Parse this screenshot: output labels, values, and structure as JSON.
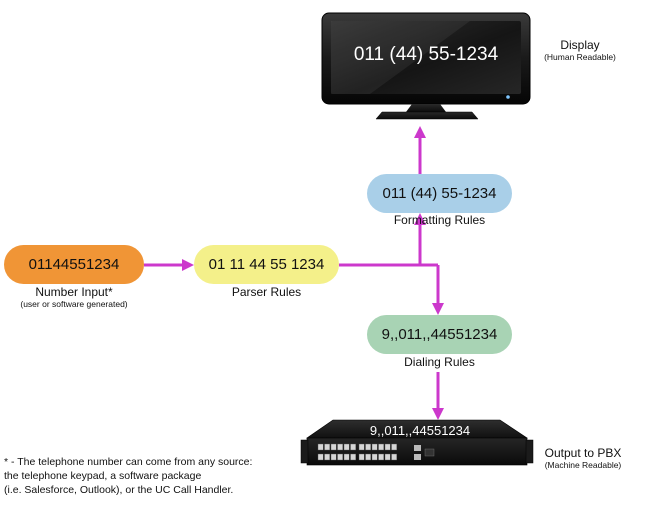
{
  "display": {
    "number": "011 (44) 55-1234",
    "label": "Display",
    "sublabel": "(Human Readable)"
  },
  "formatting": {
    "number": "011 (44) 55-1234",
    "label": "Formatting Rules",
    "color": "#a9cfe8"
  },
  "input": {
    "number": "01144551234",
    "label": "Number Input*",
    "sublabel": "(user or software generated)",
    "color": "#f09536"
  },
  "parser": {
    "number": "01 11 44 55 1234",
    "label": "Parser Rules",
    "color": "#f4f08a"
  },
  "dialing": {
    "number": "9,,011,,44551234",
    "label": "Dialing Rules",
    "color": "#a8d3b4"
  },
  "pbx": {
    "number": "9,,011,,44551234",
    "label": "Output to PBX",
    "sublabel": "(Machine Readable)"
  },
  "arrow_color": "#cc38cc",
  "footnote": [
    "* - The telephone number can come from any source:",
    "the telephone keypad, a software package",
    "(i.e. Salesforce, Outlook), or the UC Call Handler."
  ]
}
